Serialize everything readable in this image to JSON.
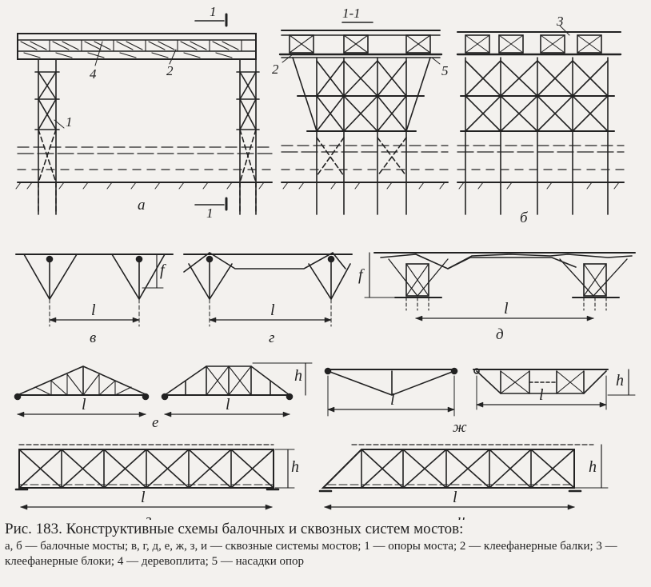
{
  "caption": {
    "title": "Рис. 183. Конструктивные схемы балочных и сквозных систем мостов:",
    "legend": "а, б — балочные мосты; в, г, д, е, ж, з, и — сквозные системы мостов; 1 — опоры моста; 2 — клеефанерные балки; 3 — клеефанерные блоки; 4 — деревоплита; 5 — насадки опор"
  },
  "labels": {
    "section_top": "1",
    "section_bottom": "1",
    "section_view": "1-1",
    "n1": "1",
    "n2": "2",
    "n2b": "2",
    "n3": "3",
    "n4": "4",
    "n5": "5",
    "a": "а",
    "b": "б",
    "v": "в",
    "g": "г",
    "d": "д",
    "e": "е",
    "zh": "ж",
    "z": "з",
    "i": "и",
    "l": "l",
    "f": "f",
    "h": "h"
  }
}
